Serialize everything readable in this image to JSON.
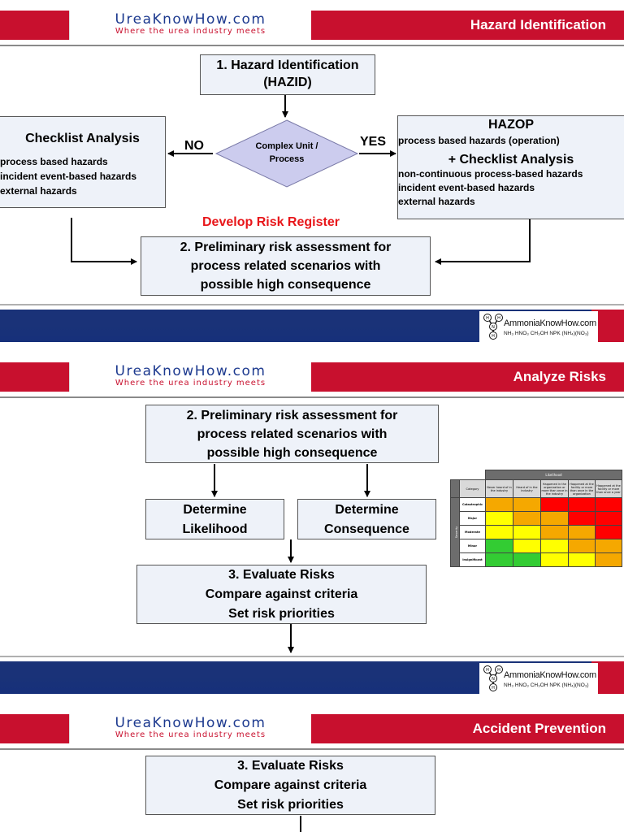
{
  "brand": {
    "logo_main": "UreaKnowHow.com",
    "logo_tagline": "Where the urea industry meets"
  },
  "footer": {
    "logo_text": "AmmoniaKnowHow.com",
    "formulas": "NH₃  HNO₃  CH₃OH  NPK  (NH₄)(NO₃)",
    "atoms": [
      "H",
      "N",
      "H",
      "H"
    ]
  },
  "slides": [
    {
      "title": "Hazard Identification",
      "hazid": [
        "1. Hazard Identification",
        "(HAZID)"
      ],
      "decision": [
        "Complex Unit /",
        "Process"
      ],
      "no_label": "NO",
      "yes_label": "YES",
      "checklist": {
        "title": "Checklist Analysis",
        "items": [
          "process based hazards",
          "incident event-based hazards",
          "external hazards"
        ]
      },
      "hazop": {
        "title": "HAZOP",
        "subtitle": "process based hazards (operation)",
        "plus_title": "+ Checklist Analysis",
        "items": [
          "non-continuous process-based hazards",
          "incident event-based hazards",
          "external hazards"
        ]
      },
      "develop_label": "Develop Risk Register",
      "prelim": [
        "2. Preliminary risk assessment for",
        "process related scenarios with",
        "possible high consequence"
      ]
    },
    {
      "title": "Analyze Risks",
      "prelim": [
        "2. Preliminary risk assessment for",
        "process related scenarios with",
        "possible high consequence"
      ],
      "likelihood": [
        "Determine",
        "Likelihood"
      ],
      "consequence": [
        "Determine",
        "Consequence"
      ],
      "evaluate": [
        "3. Evaluate Risks",
        "Compare against criteria",
        "Set risk priorities"
      ],
      "risk_matrix": {
        "header": "Likelihood",
        "category_label": "Category",
        "severity_label": "Severity",
        "columns": [
          "Never heard of in the industry",
          "Heard of in the industry",
          "Happened in the organization or more than once in the industry",
          "Happened at the facility or more than once in the organization",
          "Happened at the facility or more than once a year"
        ],
        "rows": [
          {
            "label": "Catastrophic",
            "colors": [
              "#f5a800",
              "#f5a800",
              "#ff0000",
              "#ff0000",
              "#ff0000"
            ]
          },
          {
            "label": "Major",
            "colors": [
              "#ffff00",
              "#f5a800",
              "#f5a800",
              "#ff0000",
              "#ff0000"
            ]
          },
          {
            "label": "Moderate",
            "colors": [
              "#ffff00",
              "#ffff00",
              "#f5a800",
              "#f5a800",
              "#ff0000"
            ]
          },
          {
            "label": "Minor",
            "colors": [
              "#33cc33",
              "#ffff00",
              "#ffff00",
              "#f5a800",
              "#f5a800"
            ]
          },
          {
            "label": "Insignificant",
            "colors": [
              "#33cc33",
              "#33cc33",
              "#ffff00",
              "#ffff00",
              "#f5a800"
            ]
          }
        ]
      }
    },
    {
      "title": "Accident Prevention",
      "evaluate": [
        "3. Evaluate Risks",
        "Compare against criteria",
        "Set risk priorities"
      ]
    }
  ]
}
